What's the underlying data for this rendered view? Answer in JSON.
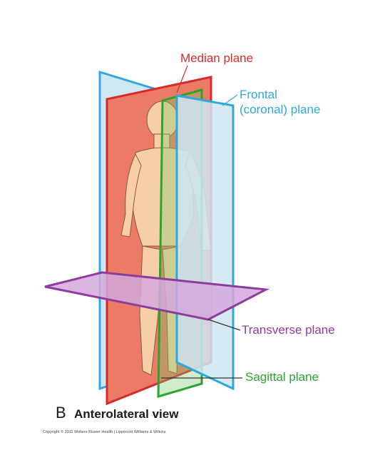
{
  "labels": {
    "median": "Median plane",
    "frontal_line1": "Frontal",
    "frontal_line2": "(coronal) plane",
    "transverse": "Transverse plane",
    "sagittal": "Sagittal plane"
  },
  "caption": {
    "letter": "B",
    "title": "Anterolateral view"
  },
  "copyright": "Copyright © 2011 Wolters Kluwer Health | Lippincott Williams & Wilkins",
  "colors": {
    "median": "#d62b2b",
    "frontal": "#2fa8dd",
    "transverse": "#8e3d9e",
    "sagittal": "#2aa62e",
    "median_fill": "#ec7b66",
    "frontal_fill": "#cfe6f3",
    "transverse_fill": "#d3a9dc",
    "sagittal_fill": "#7cc969",
    "skin": "#f7cfa6"
  }
}
